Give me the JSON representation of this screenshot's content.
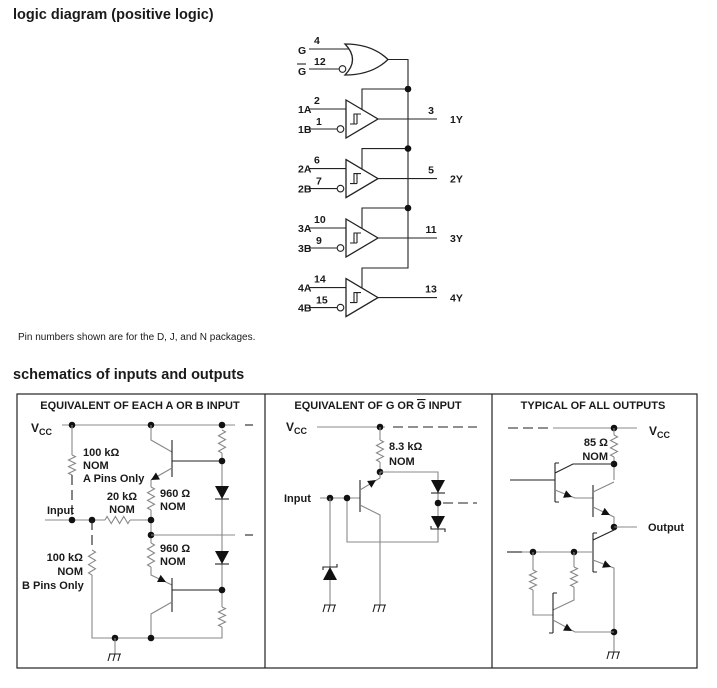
{
  "logic_diagram": {
    "title": "logic diagram (positive logic)",
    "g_input": {
      "label": "G",
      "pin": "4"
    },
    "g_bar_input": {
      "label": "G",
      "pin": "12"
    },
    "buffers": [
      {
        "a_label": "1A",
        "a_pin": "2",
        "b_label": "1B",
        "b_pin": "1",
        "y_pin": "3",
        "y_label": "1Y"
      },
      {
        "a_label": "2A",
        "a_pin": "6",
        "b_label": "2B",
        "b_pin": "7",
        "y_pin": "5",
        "y_label": "2Y"
      },
      {
        "a_label": "3A",
        "a_pin": "10",
        "b_label": "3B",
        "b_pin": "9",
        "y_pin": "11",
        "y_label": "3Y"
      },
      {
        "a_label": "4A",
        "a_pin": "14",
        "b_label": "4B",
        "b_pin": "15",
        "y_pin": "13",
        "y_label": "4Y"
      }
    ],
    "note": "Pin numbers shown are for the D, J, and N packages."
  },
  "schematics": {
    "title": "schematics of inputs and outputs",
    "vcc": {
      "main": "V",
      "sub": "CC"
    },
    "panel_ab": {
      "title": "EQUIVALENT OF EACH A OR B INPUT",
      "input_label": "Input",
      "r_pullup": {
        "value": "100 kΩ",
        "nom": "NOM",
        "note": "A Pins Only"
      },
      "r_series": {
        "value": "20 kΩ",
        "nom": "NOM"
      },
      "r_upper": {
        "value": "960 Ω",
        "nom": "NOM"
      },
      "r_lower": {
        "value": "960 Ω",
        "nom": "NOM"
      },
      "r_pulldown": {
        "value": "100 kΩ",
        "nom": "NOM",
        "note": "B Pins Only"
      }
    },
    "panel_g": {
      "title_pre": "EQUIVALENT OF G OR ",
      "title_bar": "G",
      "title_post": " INPUT",
      "input_label": "Input",
      "r_pullup": {
        "value": "8.3 kΩ",
        "nom": "NOM"
      }
    },
    "panel_out": {
      "title": "TYPICAL OF ALL OUTPUTS",
      "output_label": "Output",
      "r_pullup": {
        "value": "85 Ω",
        "nom": "NOM"
      }
    }
  }
}
